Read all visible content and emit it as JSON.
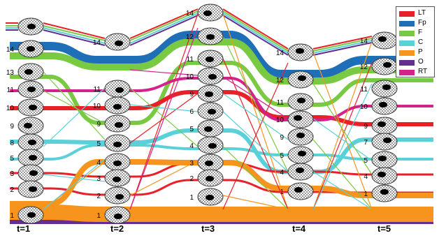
{
  "legend": {
    "items": [
      {
        "label": "LT",
        "color": "#e8202a"
      },
      {
        "label": "Fp",
        "color": "#1f6fb8"
      },
      {
        "label": "F",
        "color": "#7ac943"
      },
      {
        "label": "C",
        "color": "#5ad0d8"
      },
      {
        "label": "P",
        "color": "#f7941d"
      },
      {
        "label": "O",
        "color": "#662d91"
      },
      {
        "label": "RT",
        "color": "#d4228c"
      }
    ]
  },
  "time_labels": [
    "t=1",
    "t=2",
    "t=3",
    "t=4",
    "t=5"
  ],
  "stages": [
    {
      "name": "t1",
      "node_labels": [
        "14",
        "13",
        "11",
        "10",
        "9",
        "8",
        "5",
        "3",
        "2",
        "1"
      ]
    },
    {
      "name": "t2",
      "node_labels": [
        "14",
        "11",
        "10",
        "9",
        "5",
        "4",
        "3",
        "2",
        "1"
      ]
    },
    {
      "name": "t3",
      "node_labels": [
        "14",
        "12",
        "11",
        "10",
        "9",
        "6",
        "5",
        "4",
        "3",
        "2",
        "1"
      ]
    },
    {
      "name": "t4",
      "node_labels": [
        "14",
        "12",
        "11",
        "10",
        "9",
        "5",
        "4",
        "1"
      ]
    },
    {
      "name": "t5",
      "node_labels": [
        "14",
        "12",
        "11",
        "10",
        "9",
        "7",
        "5",
        "4",
        "1"
      ]
    }
  ]
}
